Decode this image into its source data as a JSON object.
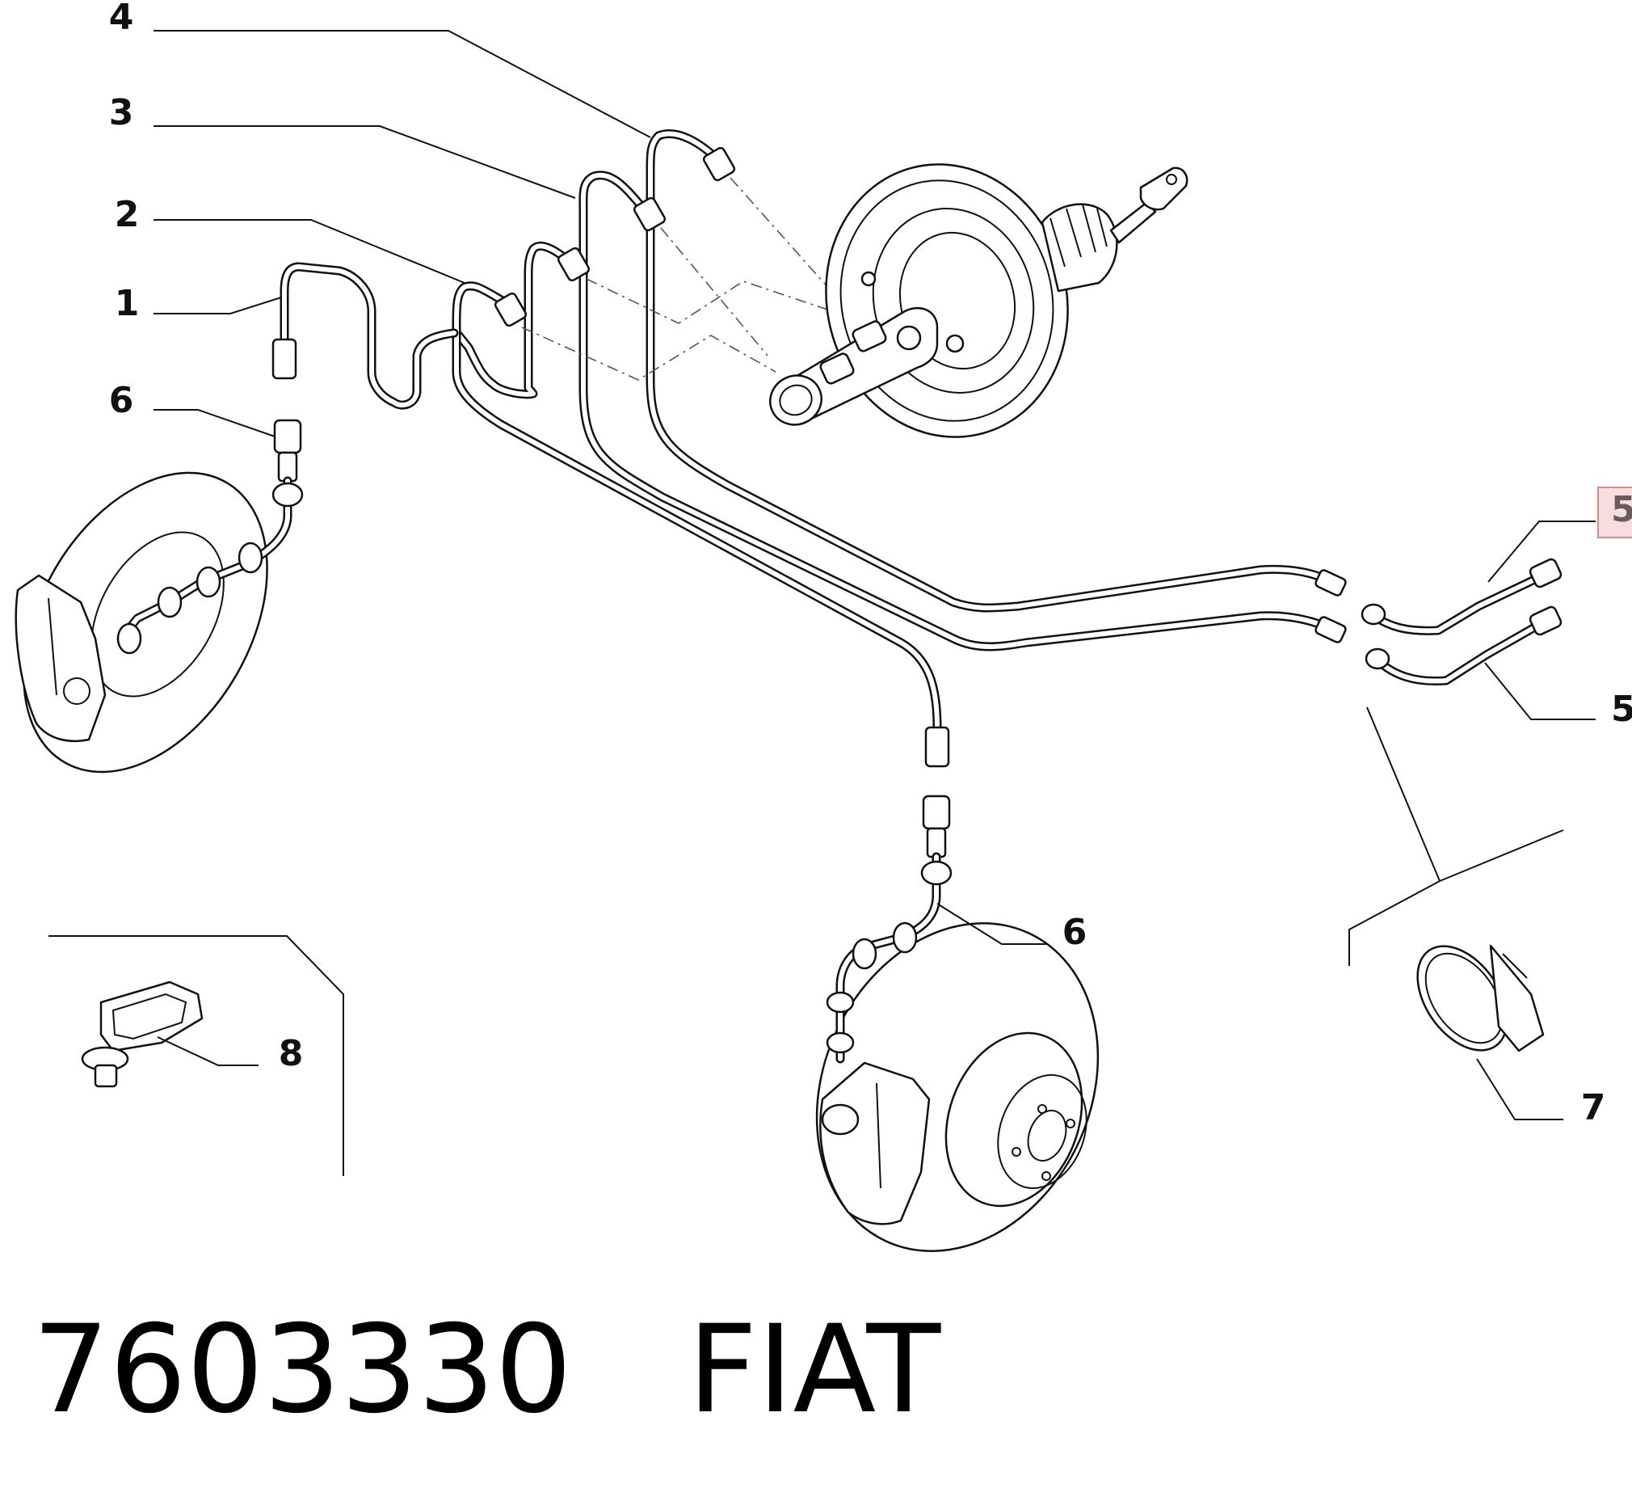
{
  "diagram": {
    "callouts": [
      {
        "id": "4",
        "label": "4"
      },
      {
        "id": "3",
        "label": "3"
      },
      {
        "id": "2",
        "label": "2"
      },
      {
        "id": "1",
        "label": "1"
      },
      {
        "id": "6a",
        "label": "6"
      },
      {
        "id": "5a",
        "label": "5"
      },
      {
        "id": "5b",
        "label": "5"
      },
      {
        "id": "6b",
        "label": "6"
      },
      {
        "id": "8",
        "label": "8"
      },
      {
        "id": "7",
        "label": "7"
      }
    ],
    "part_number": "7603330",
    "brand": "FIAT",
    "highlight_color": "#d98a8a"
  }
}
